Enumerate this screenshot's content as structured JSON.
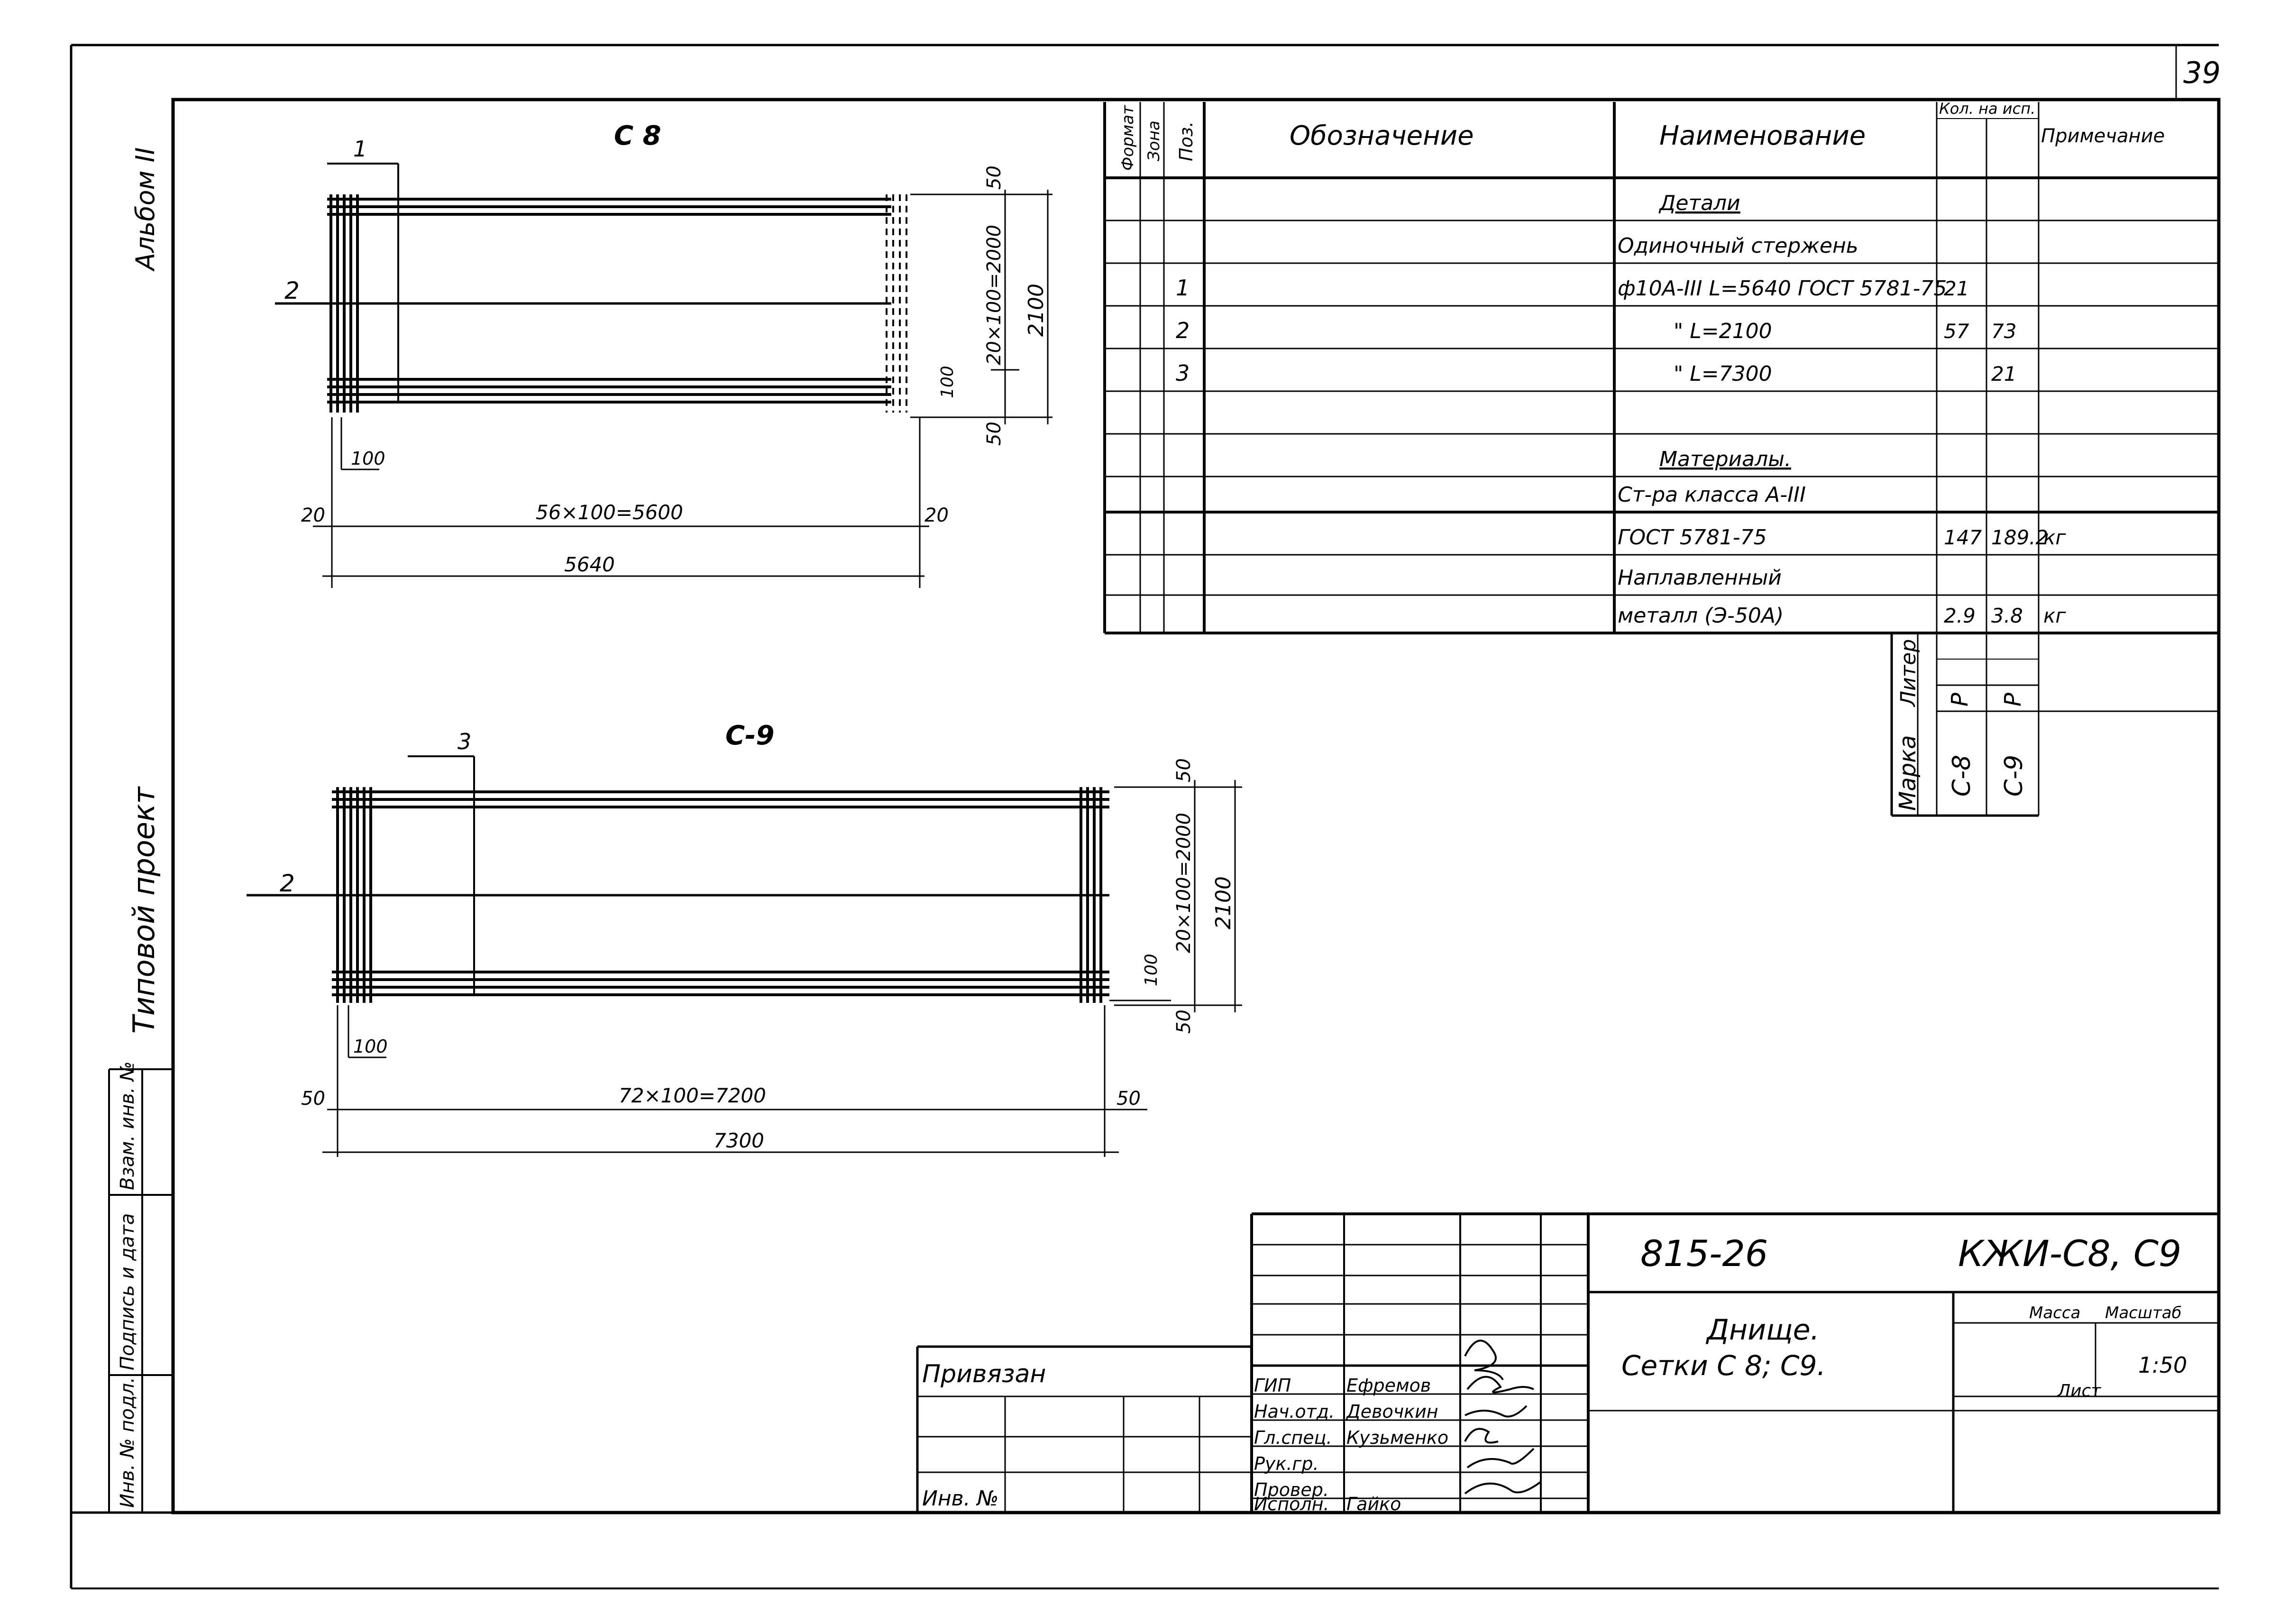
{
  "page_number": "39",
  "album_label": "Альбом II",
  "project_label": "Типовой проект",
  "side_stamp": {
    "inv_orig": "Инв. № подл.",
    "sign_date": "Подпись и дата",
    "vzam_inv": "Взам. инв. №"
  },
  "drawing_c8": {
    "title": "С 8",
    "pos_top": "1",
    "pos_left": "2",
    "dim_top_right": "50",
    "dim_vertical": "20×100=2000",
    "dim_overall_height": "2100",
    "dim_inner_right": "100",
    "dim_bottom_right": "50",
    "dim_left_100": "100",
    "dim_left_20": "20",
    "dim_right_20": "20",
    "dim_span": "56×100=5600",
    "dim_overall_length": "5640"
  },
  "drawing_c9": {
    "title": "С-9",
    "pos_top": "3",
    "pos_left": "2",
    "dim_top_right": "50",
    "dim_vertical": "20×100=2000",
    "dim_overall_height": "2100",
    "dim_inner_right": "100",
    "dim_bottom_right": "50",
    "dim_left_100": "100",
    "dim_left_50": "50",
    "dim_right_50": "50",
    "dim_span": "72×100=7200",
    "dim_overall_length": "7300"
  },
  "spec_table": {
    "headers": {
      "format": "Формат",
      "zone": "Зона",
      "pos": "Поз.",
      "designation": "Обозначение",
      "name": "Наименование",
      "qty": "Кол. на исп.",
      "note": "Примечание"
    },
    "rows": [
      {
        "pos": "",
        "name": "Детали",
        "q1": "",
        "q2": "",
        "note": "",
        "underline": true
      },
      {
        "pos": "",
        "name": "Одиночный стержень",
        "q1": "",
        "q2": "",
        "note": ""
      },
      {
        "pos": "1",
        "name": "ф10А-III L=5640 ГОСТ 5781-75",
        "q1": "21",
        "q2": "",
        "note": ""
      },
      {
        "pos": "2",
        "name": "\"  L=2100",
        "q1": "57",
        "q2": "73",
        "note": ""
      },
      {
        "pos": "3",
        "name": "\"  L=7300",
        "q1": "",
        "q2": "21",
        "note": ""
      },
      {
        "pos": "",
        "name": "",
        "q1": "",
        "q2": "",
        "note": ""
      },
      {
        "pos": "",
        "name": "Материалы.",
        "q1": "",
        "q2": "",
        "note": "",
        "underline": true
      },
      {
        "pos": "",
        "name": "Ст-ра класса А-III",
        "q1": "",
        "q2": "",
        "note": ""
      },
      {
        "pos": "",
        "name": "ГОСТ 5781-75",
        "q1": "147",
        "q2": "189.2",
        "note": "кг"
      },
      {
        "pos": "",
        "name": "Наплавленный",
        "q1": "",
        "q2": "",
        "note": ""
      },
      {
        "pos": "",
        "name": "металл (Э-50А)",
        "q1": "2.9",
        "q2": "3.8",
        "note": "кг"
      }
    ],
    "sub": {
      "liter_label": "Литер",
      "marka_label": "Марка",
      "liter_c8": "Р",
      "liter_c9": "Р",
      "marka_c8": "С-8",
      "marka_c9": "С-9"
    }
  },
  "title_block": {
    "project_code": "815-26",
    "sheet_code": "КЖИ-С8, С9",
    "title_line1": "Днище.",
    "title_line2": "Сетки С 8; С9.",
    "mass_label": "Масса",
    "scale_label": "Масштаб",
    "scale_value": "1:50",
    "sheet_label": "Лист",
    "privyazan": "Привязан",
    "inv_no": "Инв. №",
    "roles": [
      "ГИП",
      "Нач.отд.",
      "Гл.спец.",
      "Рук.гр.",
      "Провер.",
      "Исполн."
    ],
    "names": [
      "Ефремов",
      "Девочкин",
      "Кузьменко",
      "",
      "",
      "Гайко"
    ]
  }
}
